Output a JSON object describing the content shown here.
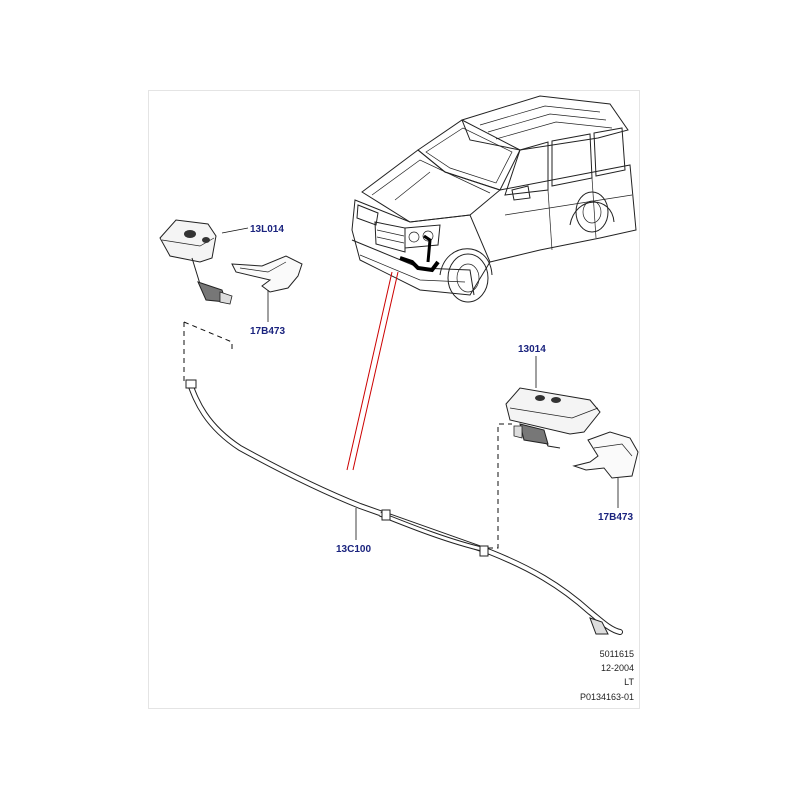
{
  "callouts": {
    "jet_left": "13L014",
    "clip_left": "17B473",
    "jet_right": "13014",
    "clip_right": "17B473",
    "hose": "13C100"
  },
  "info_block": {
    "line1": "5011615",
    "line2": "12-2004",
    "line3": "LT",
    "line4": "P0134163-01"
  },
  "colors": {
    "callout_text": "#1a237e",
    "location_lines": "#cc0000",
    "outline": "#222222"
  }
}
